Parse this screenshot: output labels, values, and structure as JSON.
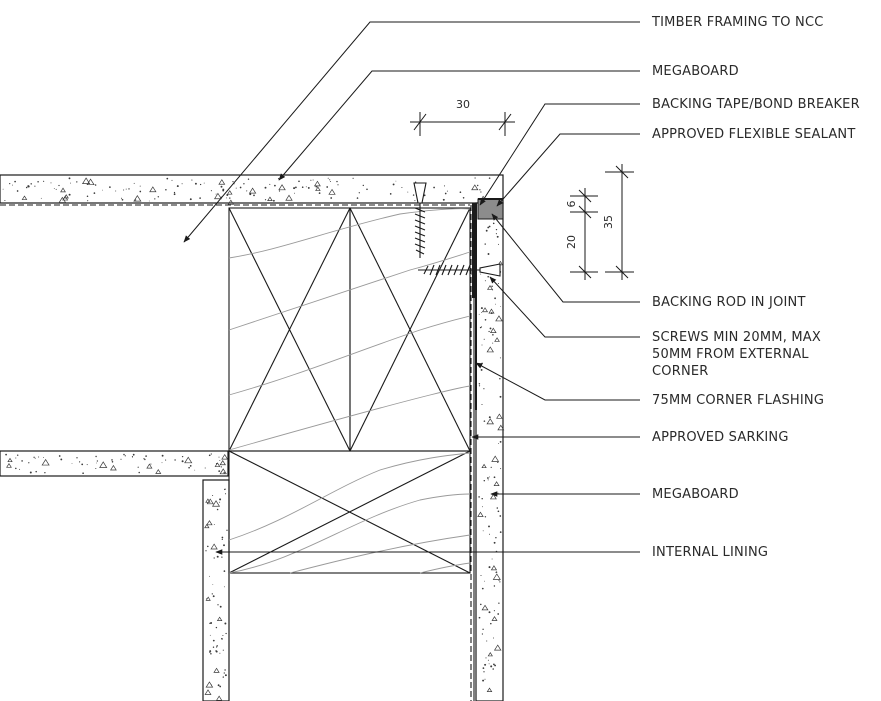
{
  "callouts": [
    {
      "id": "timber-framing",
      "text": "TIMBER FRAMING TO NCC"
    },
    {
      "id": "megaboard-top",
      "text": "MEGABOARD"
    },
    {
      "id": "backing-tape",
      "text": "BACKING TAPE/BOND BREAKER"
    },
    {
      "id": "sealant",
      "text": "APPROVED FLEXIBLE SEALANT"
    },
    {
      "id": "backing-rod",
      "text": "BACKING ROD IN  JOINT"
    },
    {
      "id": "screws",
      "lines": [
        "SCREWS MIN 20MM, MAX",
        "50MM FROM EXTERNAL",
        "CORNER"
      ]
    },
    {
      "id": "flashing",
      "text": "75MM CORNER FLASHING"
    },
    {
      "id": "sarking",
      "text": "APPROVED SARKING"
    },
    {
      "id": "megaboard-side",
      "text": "MEGABOARD"
    },
    {
      "id": "internal-lining",
      "text": "INTERNAL LINING"
    }
  ],
  "dimensions": {
    "joint_width": "30",
    "gap": "6",
    "depth": "35",
    "rod_depth": "20"
  },
  "colors": {
    "ink": "#1a1a1a",
    "grain": "#9a9a9a",
    "sealant_fill": "#8c8c8c"
  }
}
